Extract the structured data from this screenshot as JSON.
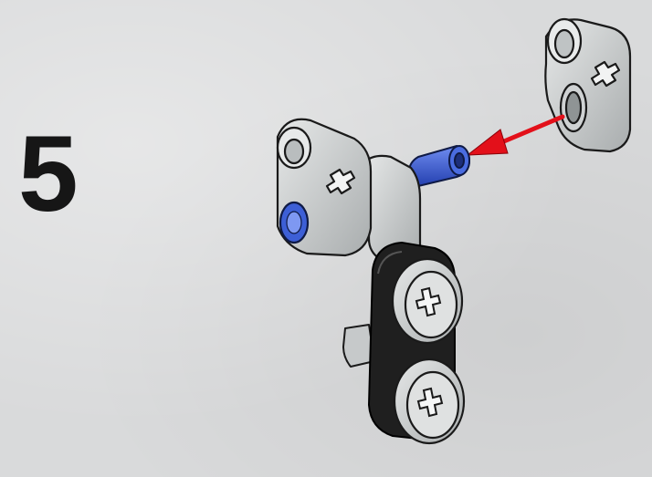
{
  "instruction": {
    "step_number": "5"
  },
  "colors": {
    "background": "#d9dadb",
    "part_gray": "#c8cbcb",
    "part_dark": "#202020",
    "pin_blue": "#3d5fd6",
    "arrow_red": "#e3101a"
  },
  "parts": [
    {
      "name": "cross-block",
      "color": "light-gray",
      "role": "incoming part"
    },
    {
      "name": "axle-pin",
      "color": "blue",
      "role": "connector"
    },
    {
      "name": "perpendicular-connector",
      "color": "light-gray"
    },
    {
      "name": "liftarm",
      "color": "black"
    },
    {
      "name": "axle-hole-bushing",
      "color": "light-gray",
      "count": 2
    }
  ],
  "arrow": {
    "meaning": "attach",
    "color": "red"
  }
}
